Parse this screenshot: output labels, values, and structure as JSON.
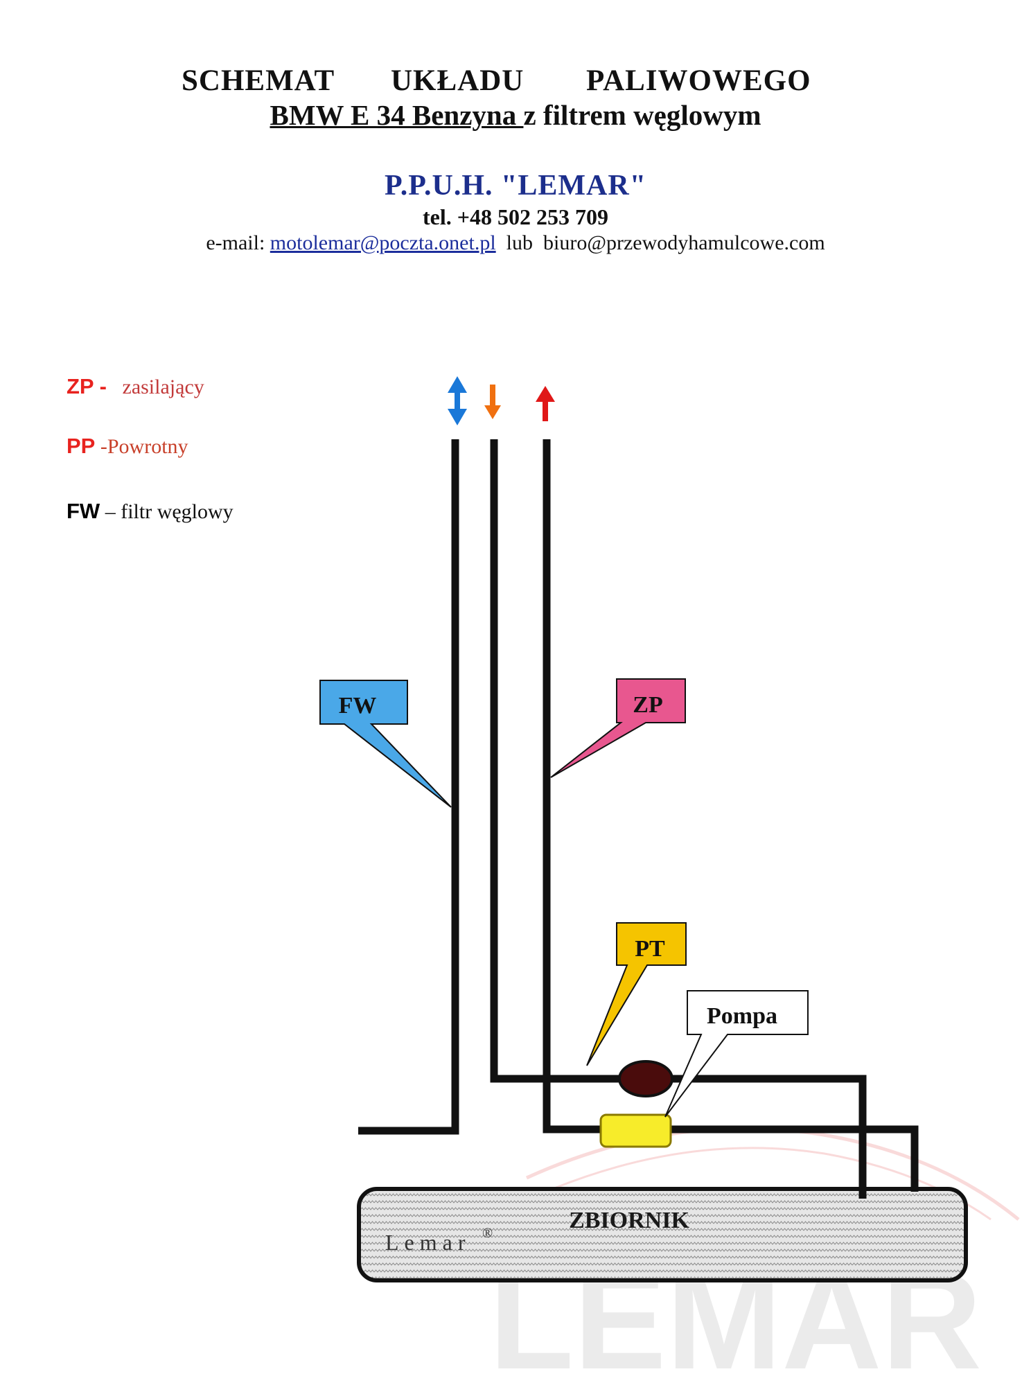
{
  "header": {
    "title_words": [
      "SCHEMAT",
      "UKŁADU",
      "PALIWOWEGO"
    ],
    "subtitle_underlined": "BMW E 34  Benzyna ",
    "subtitle_rest": "z filtrem węglowym",
    "company": "P.P.U.H.  \"LEMAR\"",
    "tel": "tel.  +48 502 253 709",
    "email_prefix": "e-mail: ",
    "email_1": "motolemar@poczta.onet.pl",
    "email_sep": "  lub  ",
    "email_2": "biuro@przewodyhamulcowe.com"
  },
  "legend": {
    "zp_code": "ZP -",
    "zp_desc": "zasilający",
    "pp_code": "PP",
    "pp_desc": "-Powrotny",
    "fw_code": "FW",
    "fw_desc": " – filtr węglowy"
  },
  "callouts": {
    "fw": "FW",
    "zp": "ZP",
    "pt": "PT",
    "pompa": "Pompa"
  },
  "tank": {
    "label": "ZBIORNIK",
    "brand": "Lemar",
    "registered": "®"
  },
  "watermark": "LEMAR",
  "colors": {
    "fw_box": "#4aa8e8",
    "zp_box": "#e8578f",
    "pt_box": "#f5c400",
    "pump": "#f7ec2a",
    "filter_blob": "#4a0c0c",
    "arrow_bidirectional": "#1a78d8",
    "arrow_down": "#f07010",
    "arrow_up": "#e01818",
    "company_text": "#1c2e8c"
  }
}
